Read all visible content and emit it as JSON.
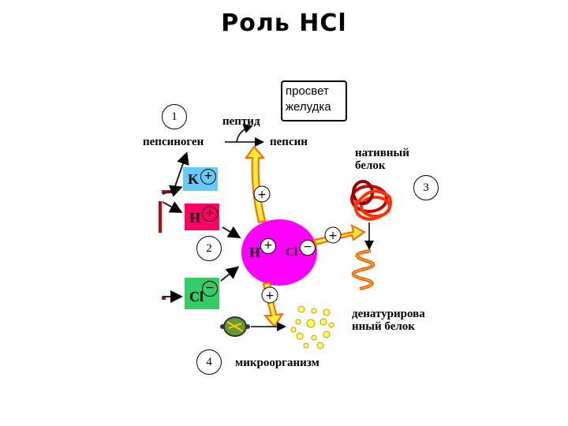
{
  "title": "Роль HCl",
  "lumen_label": "просвет желудка",
  "peptide_label": "пептид",
  "pepsinogen_label": "пепсиноген",
  "pepsin_label": "пепсин",
  "native_protein_label": "нативный белок",
  "denatured_protein_label": "денатурированный белок",
  "microorganism_label": "микроорганизм",
  "numbers": [
    "1",
    "2",
    "3",
    "4"
  ],
  "ions": {
    "k": "K",
    "h": "H",
    "cl": "Cl",
    "center_h": "H",
    "center_cl": "Cl",
    "plus": "+",
    "minus": "−"
  },
  "colors": {
    "k_box": "#66ccff",
    "h_box": "#ff0066",
    "cl_box": "#33cc66",
    "hcl_ball": "#ff00ff",
    "arrow_yellow": "#ffee33",
    "arrow_outline": "#ff6600",
    "protein": "#ff3300"
  }
}
